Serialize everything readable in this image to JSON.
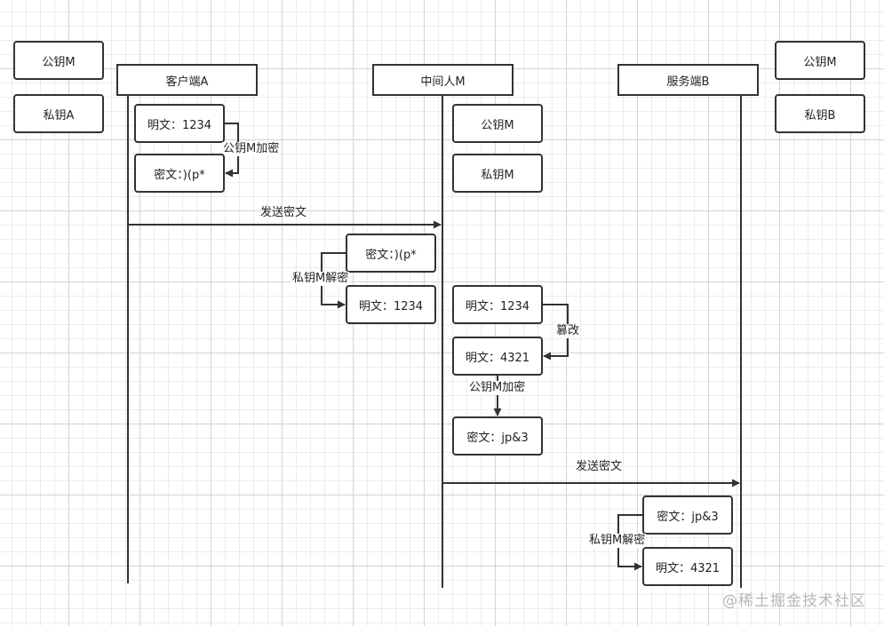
{
  "corner_boxes": {
    "left_public": "公钥M",
    "left_private": "私钥A",
    "right_public": "公钥M",
    "right_private": "私钥B"
  },
  "lanes": {
    "client": "客户端A",
    "middle": "中间人M",
    "server": "服务端B"
  },
  "client_steps": {
    "plain": "明文：1234",
    "encrypt_label": "公钥M加密",
    "cipher": "密文：)(p*"
  },
  "middle_keys": {
    "public": "公钥M",
    "private": "私钥M"
  },
  "message_1": "发送密文",
  "intercept": {
    "cipher": "密文：)(p*",
    "decrypt_label": "私钥M解密",
    "plain": "明文：1234"
  },
  "tamper": {
    "plain": "明文：1234",
    "tamper_label": "篡改",
    "modified": "明文：4321",
    "encrypt_label": "公钥M加密",
    "cipher": "密文：jp&3"
  },
  "message_2": "发送密文",
  "server_steps": {
    "cipher": "密文：jp&3",
    "decrypt_label": "私钥M解密",
    "plain": "明文：4321"
  },
  "watermark": "@稀土掘金技术社区",
  "colors": {
    "line": "#333333",
    "watermark": "#b8b8b8",
    "grid": "#d4d4d4"
  }
}
